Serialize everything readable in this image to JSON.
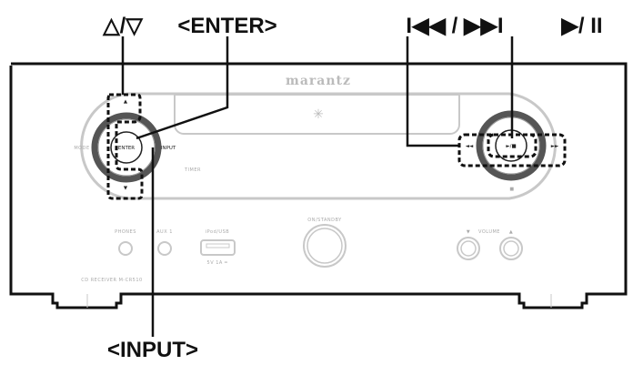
{
  "callouts": {
    "cursor": "△/▽",
    "enter": "<ENTER>",
    "skip": "I◀◀ / ▶▶I",
    "play_pause": "▶/ II",
    "input": "<INPUT>"
  },
  "device": {
    "brand": "marantz",
    "model": "CD RECEIVER M-CR510",
    "left_dial": {
      "center": "ENTER",
      "left": "MODE",
      "right": "INPUT",
      "up": "▲",
      "down": "▼"
    },
    "right_dial": {
      "center": "►/■",
      "prev": "◄◄",
      "next": "►►",
      "below": "■"
    },
    "timer": "TIMER",
    "phones": "PHONES",
    "aux": "AUX 1",
    "usb": "iPod/USB",
    "usb_rating": "5V 1A ═",
    "power": "ON/STANDBY",
    "volume": "VOLUME",
    "volume_down": "▼",
    "volume_up": "▲"
  }
}
